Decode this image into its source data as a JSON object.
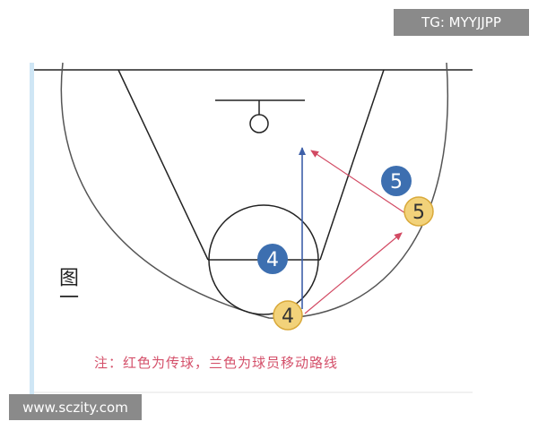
{
  "watermarks": {
    "telegram": "TG: MYYJJPP",
    "site": "www.sczity.com"
  },
  "diagram": {
    "figure_label": "图一",
    "note": "注：红色为传球，兰色为球员移动路线",
    "players": [
      {
        "id": "blue-4",
        "number": "4",
        "team": "blue"
      },
      {
        "id": "blue-5",
        "number": "5",
        "team": "blue"
      },
      {
        "id": "yellow-4",
        "number": "4",
        "team": "yellow"
      },
      {
        "id": "yellow-5",
        "number": "5",
        "team": "yellow"
      }
    ],
    "colors": {
      "court_line": "#222222",
      "blue_player": "#3d6fb0",
      "yellow_player": "#f2d27a",
      "pass_line": "#d24a63",
      "movement_line": "#3d5fa8",
      "left_edge": "#cfe6f5"
    }
  }
}
